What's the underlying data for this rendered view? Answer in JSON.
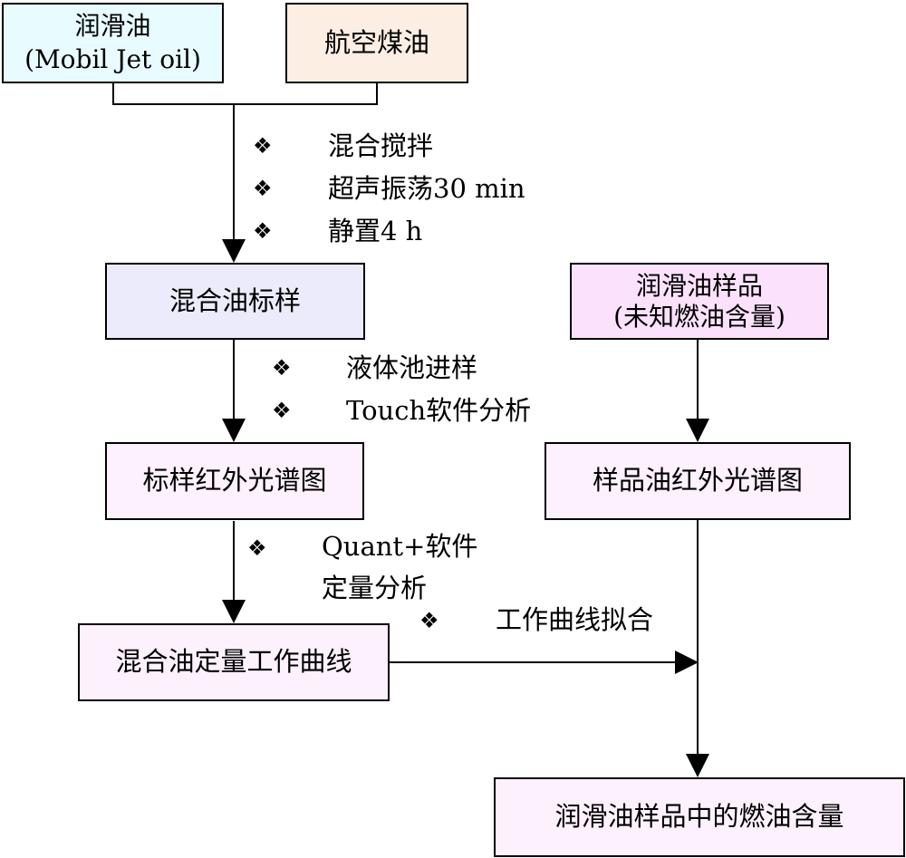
{
  "boxes": {
    "lube_oil": {
      "line1": "润滑油",
      "line2": "(Mobil Jet oil)",
      "color": "#e8fbfe"
    },
    "jet_fuel": {
      "line1": "航空煤油",
      "color": "#fdeee4"
    },
    "mixed_std": {
      "line1": "混合油标样",
      "color": "#ebebfc"
    },
    "lube_sample": {
      "line1": "润滑油样品",
      "line2": "(未知燃油含量)",
      "color": "#fbe1fc"
    },
    "std_ir": {
      "line1": "标样红外光谱图",
      "color": "#fdf1fd"
    },
    "sample_ir": {
      "line1": "样品油红外光谱图",
      "color": "#fdf1fd"
    },
    "work_curve": {
      "line1": "混合油定量工作曲线",
      "color": "#fdf1fd"
    },
    "result": {
      "line1": "润滑油样品中的燃油含量",
      "color": "#fdf1fd"
    }
  },
  "steps": {
    "step1": [
      "混合搅拌",
      "超声振荡30 min",
      "静置4 h"
    ],
    "step2": [
      "液体池进样",
      "Touch软件分析"
    ],
    "step3": [
      "Quant+软件",
      "定量分析"
    ],
    "fit": "工作曲线拟合"
  },
  "bullet_glyph": "❖"
}
